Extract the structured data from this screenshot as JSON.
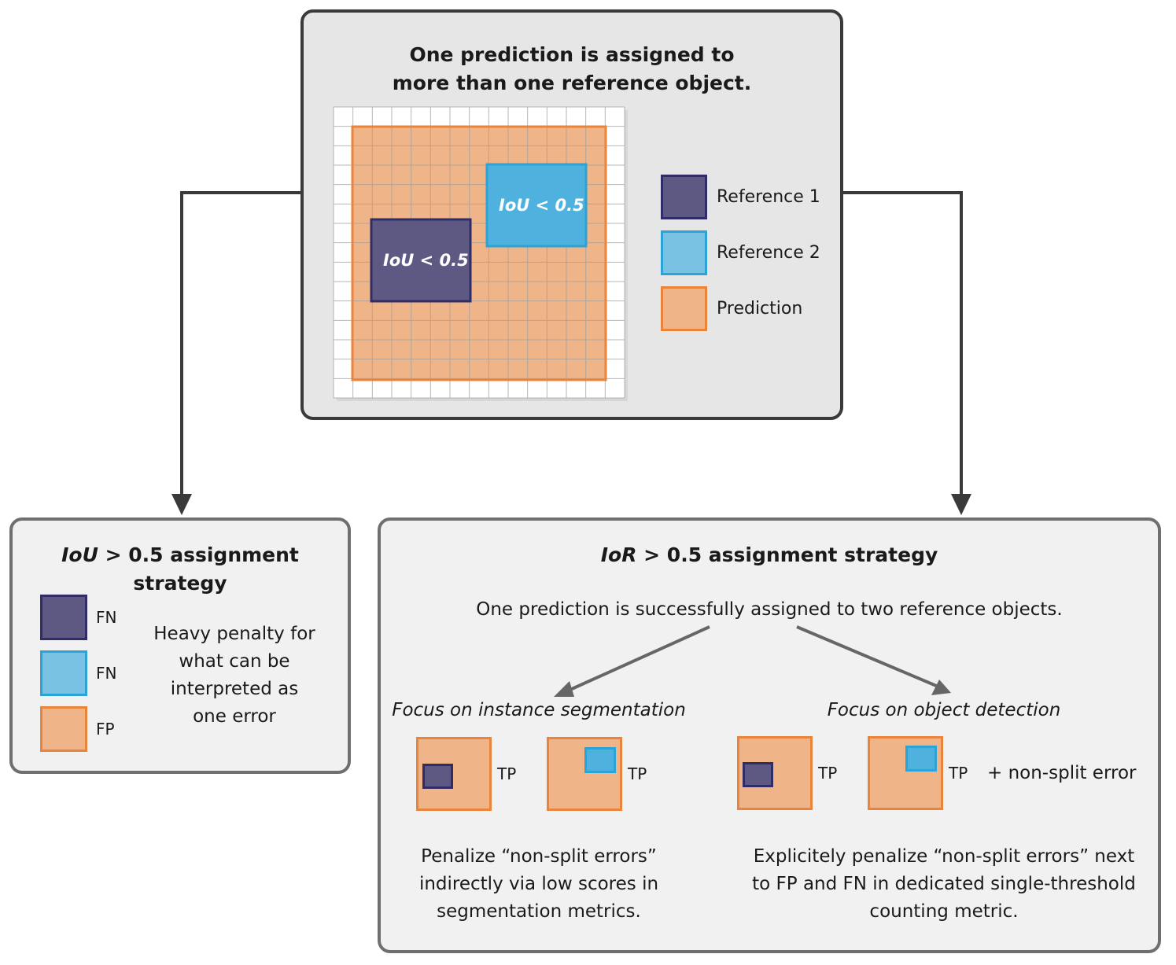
{
  "colors": {
    "reference_1": "#5e5983",
    "reference_2": "#79c2e4",
    "prediction": "#efb488",
    "prediction_border": "#e9843a",
    "frame": "#3a3a3a"
  },
  "top": {
    "title_line1": "One prediction is assigned to",
    "title_line2": "more than one reference object.",
    "ref1_iou": "IoU < 0.5",
    "ref2_iou": "IoU < 0.5",
    "legend": [
      "Reference 1",
      "Reference 2",
      "Prediction"
    ]
  },
  "iou": {
    "title_italic": "IoU",
    "title_rest": " > 0.5 assignment strategy",
    "legend": [
      "FN",
      "FN",
      "FP"
    ],
    "desc_lines": [
      "Heavy penalty for",
      "what can be",
      "interpreted as",
      "one error"
    ]
  },
  "ior": {
    "title_italic": "IoR",
    "title_rest": " > 0.5 assignment strategy",
    "statement": "One prediction is successfully assigned to two reference objects.",
    "focus_seg": "Focus on instance segmentation",
    "focus_det": "Focus on object detection",
    "tp": "TP",
    "non_split": "+ non-split error",
    "seg_desc": [
      "Penalize “non-split errors”",
      "indirectly via low scores in",
      "segmentation metrics."
    ],
    "det_desc": [
      "Explicitely penalize “non-split errors” next",
      "to FP and FN in dedicated single-threshold",
      "counting metric."
    ]
  }
}
